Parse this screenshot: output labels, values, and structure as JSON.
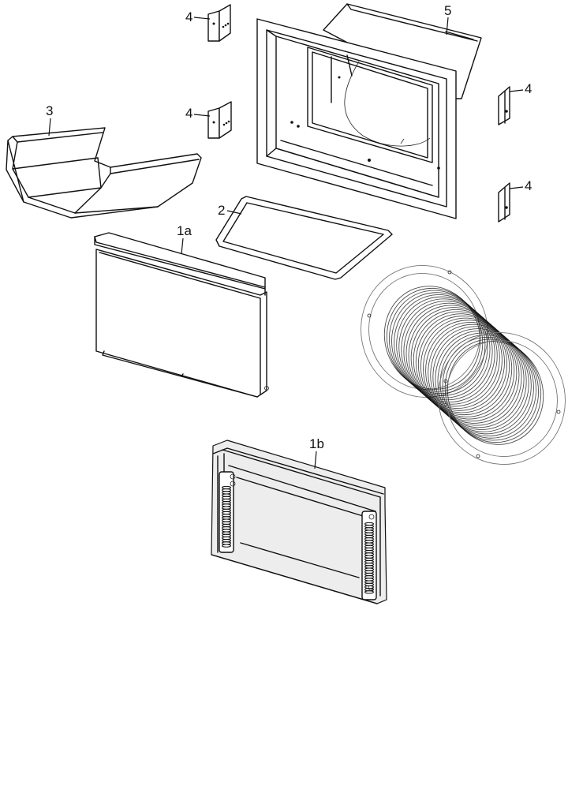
{
  "labels": {
    "part_5": "5",
    "part_4_top": "4",
    "part_4_mid": "4",
    "part_4_right_top": "4",
    "part_4_right_bottom": "4",
    "part_3": "3",
    "part_2": "2",
    "part_1a": "1a",
    "part_1b": "1b"
  }
}
